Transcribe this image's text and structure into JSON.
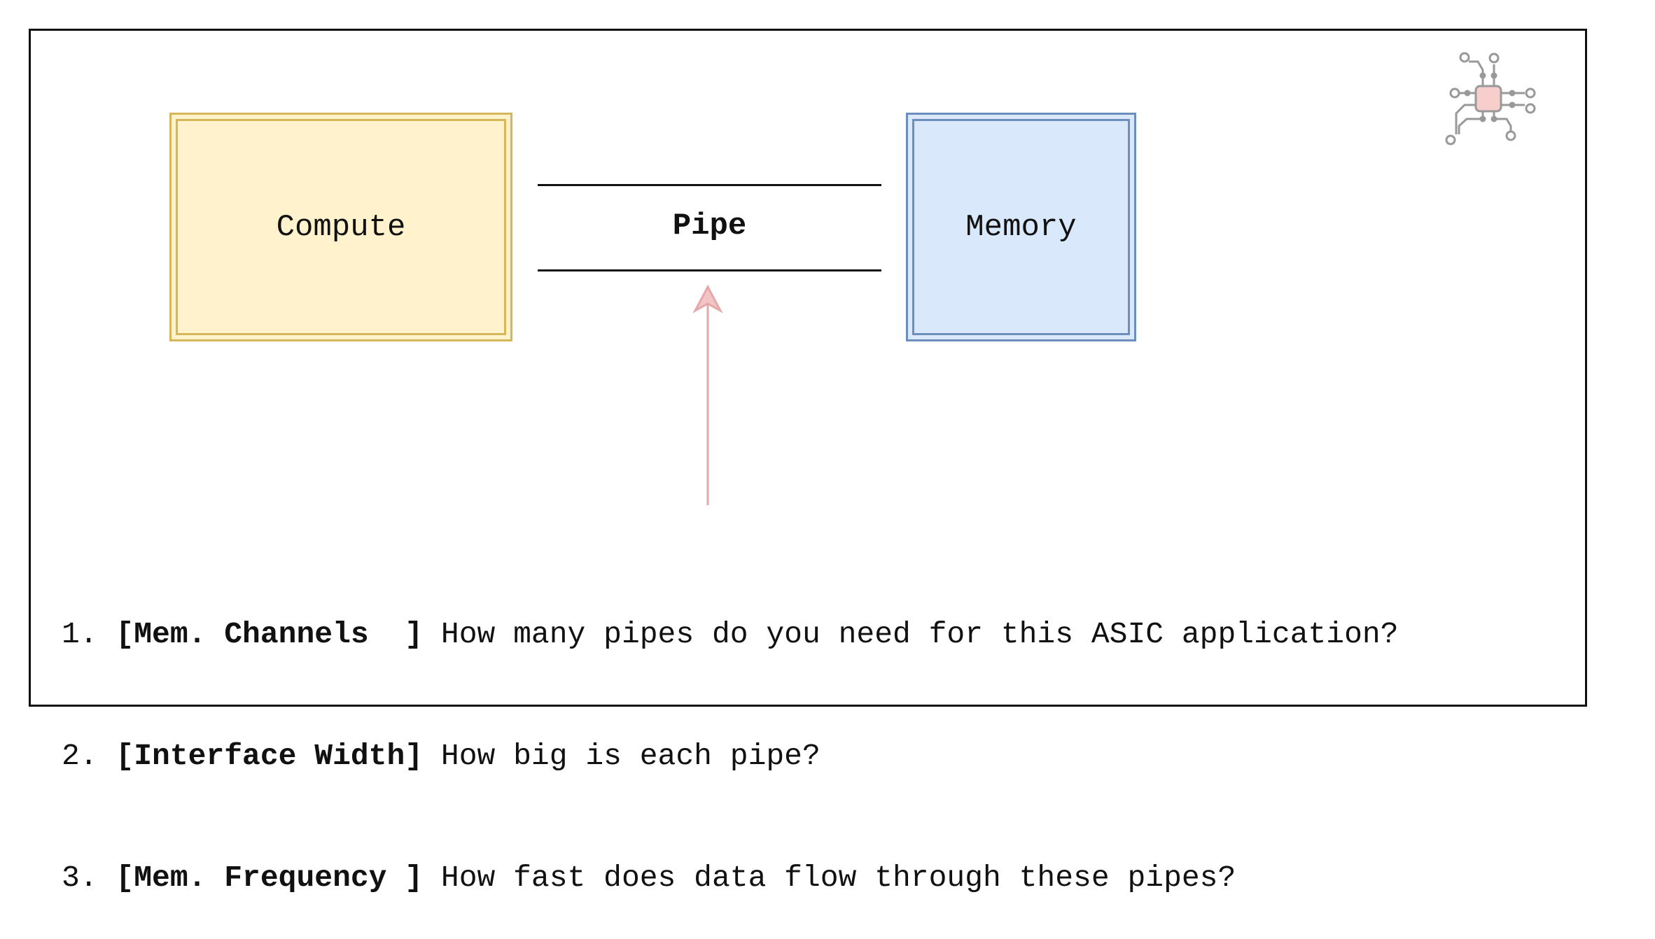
{
  "diagram": {
    "compute": {
      "label": "Compute",
      "fill": "#fff2cc",
      "stroke": "#d6b656"
    },
    "pipe": {
      "label": "Pipe"
    },
    "memory": {
      "label": "Memory",
      "fill": "#dae8fc",
      "stroke": "#6c8ebf"
    },
    "arrow": {
      "color": "#e6a8a8"
    },
    "chip_icon": {
      "name": "chip-icon",
      "fill": "#f8cecc",
      "stroke": "#999999"
    }
  },
  "questions": [
    {
      "number": "1. ",
      "key": "[Mem. Channels  ]",
      "text": " How many pipes do you need for this ASIC application?"
    },
    {
      "number": "2. ",
      "key": "[Interface Width]",
      "text": " How big is each pipe?"
    },
    {
      "number": "3. ",
      "key": "[Mem. Frequency ]",
      "text": " How fast does data flow through these pipes?"
    }
  ]
}
